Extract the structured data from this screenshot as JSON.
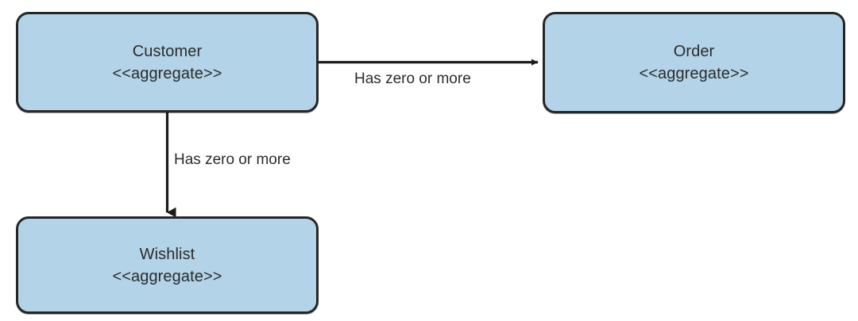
{
  "diagram": {
    "type": "uml-aggregate-relationship-diagram",
    "background_color": "#ffffff",
    "node_fill_color": "#b3d4e8",
    "node_border_color": "#262626",
    "text_color": "#2b2b2b",
    "edge_color": "#1a1a1a",
    "nodes": [
      {
        "id": "customer",
        "name": "Customer",
        "stereotype": "<<aggregate>>"
      },
      {
        "id": "order",
        "name": "Order",
        "stereotype": "<<aggregate>>"
      },
      {
        "id": "wishlist",
        "name": "Wishlist",
        "stereotype": "<<aggregate>>"
      }
    ],
    "edges": [
      {
        "id": "customer-to-order",
        "from": "customer",
        "to": "order",
        "label": "Has zero or more",
        "arrowhead": "solid-triangle",
        "direction": "horizontal-right"
      },
      {
        "id": "customer-to-wishlist",
        "from": "customer",
        "to": "wishlist",
        "label": "Has zero or more",
        "arrowhead": "solid-triangle",
        "direction": "vertical-down"
      }
    ]
  }
}
